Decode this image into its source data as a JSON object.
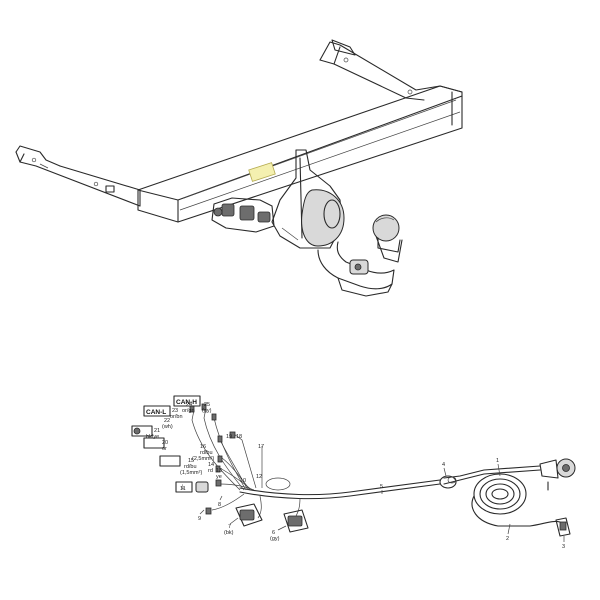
{
  "can_labels": {
    "can_h": "CAN-H",
    "can_l": "CAN-L"
  },
  "callouts": {
    "n1": "1",
    "n2": "2",
    "n3": "3",
    "n4": "4",
    "n5": "5",
    "n6": "6",
    "n6c": "(gy)",
    "n7": "7",
    "n7c": "(bk)",
    "n8": "8",
    "n9": "9",
    "n10": "10",
    "n11": "11",
    "n12": "12",
    "n13": "13",
    "n13c": "ye",
    "n14": "14",
    "n14c": "rd",
    "n15": "15",
    "n15c": "rd/bu",
    "n15d": "(1,5mm²)",
    "n16": "16",
    "n16c": "rd/bu",
    "n16d": "(2,5mm²)",
    "n17": "17",
    "n18": "18",
    "n19": "19",
    "n20": "20",
    "n20c": "or",
    "n21": "21",
    "n21c": "bk/ye",
    "n22": "22",
    "n22c": "(wh)",
    "n23": "23",
    "n23c": "or/bn",
    "n24": "24",
    "n24c": "or/gn",
    "n25": "25",
    "n25c": "(gy)"
  },
  "colors": {
    "line": "#2a2a2a",
    "highlight": "#f4f0b0"
  }
}
